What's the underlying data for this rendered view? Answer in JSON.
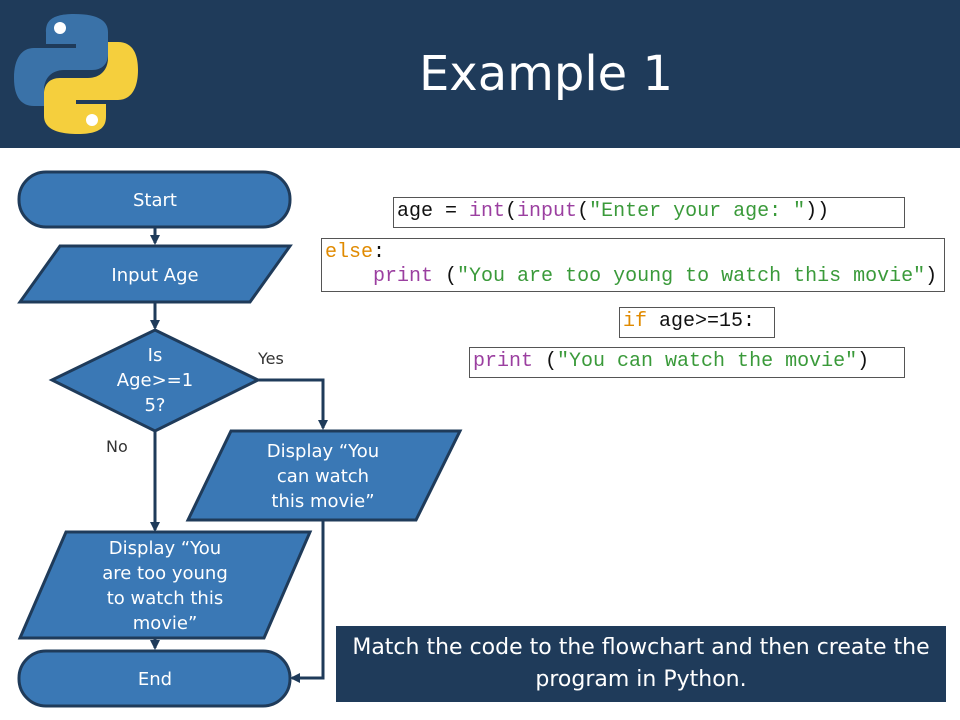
{
  "header": {
    "title": "Example 1"
  },
  "flowchart": {
    "start": "Start",
    "input": "Input Age",
    "decision_lines": [
      "Is",
      "Age>=1",
      "5?"
    ],
    "yes_label": "Yes",
    "no_label": "No",
    "display_yes_lines": [
      "Display “You",
      "can watch",
      "this movie”"
    ],
    "display_no_lines": [
      "Display “You",
      "are too young",
      "to watch this",
      "movie”"
    ],
    "end": "End"
  },
  "code": {
    "line_input": {
      "var": "age = ",
      "fn1": "int",
      "p1": "(",
      "fn2": "input",
      "p2": "(",
      "str": "\"Enter your age: \"",
      "close": "))"
    },
    "line_else": {
      "kw": "else",
      "colon": ":",
      "indent": "    ",
      "fn": "print",
      "sp": " (",
      "str": "\"You are too young to watch this movie\"",
      "close": ")"
    },
    "line_if": {
      "kw": "if",
      "cond": " age>=15:"
    },
    "line_print": {
      "fn": "print",
      "sp": " (",
      "str": "\"You can watch the movie\"",
      "close": ")"
    }
  },
  "task": {
    "text": "Match the code to the flowchart and then create the program in Python."
  },
  "colors": {
    "header_bg": "#1f3b5a",
    "node_fill": "#3a78b5",
    "node_stroke": "#1f3b5a",
    "python_blue": "#3a72a8",
    "python_yellow": "#f5cf3d"
  }
}
